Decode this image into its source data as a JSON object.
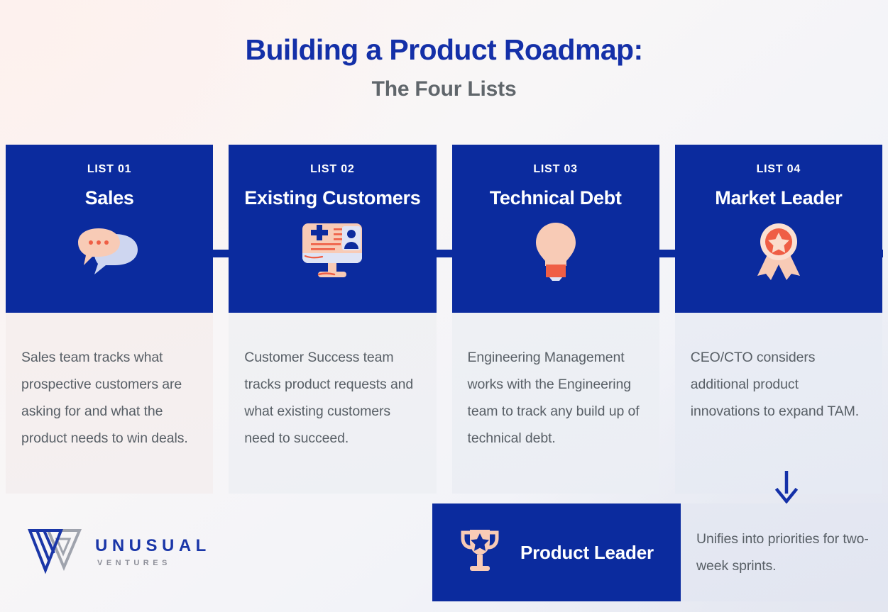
{
  "header": {
    "title_main": "Building a Product Roadmap:",
    "title_sub": "The Four Lists",
    "title_color": "#1430a8",
    "subtitle_color": "#60666b"
  },
  "theme": {
    "brand_blue": "#0b2b9e",
    "accent_peach": "#f8cbb6",
    "accent_coral": "#ef5e45",
    "lavender": "#ced6f0",
    "body_text": "#585f66"
  },
  "cards": [
    {
      "index_label": "LIST 01",
      "title": "Sales",
      "icon": "chat-bubbles-icon",
      "description": "Sales team tracks what prospective customers are asking for and what the product needs to win deals."
    },
    {
      "index_label": "LIST 02",
      "title": "Existing Customers",
      "icon": "customer-record-monitor-icon",
      "description": "Customer Success team tracks product requests and what existing customers need to succeed."
    },
    {
      "index_label": "LIST 03",
      "title": "Technical Debt",
      "icon": "lightbulb-icon",
      "description": "Engineering Management works with the Engineering team to track any build up of technical debt."
    },
    {
      "index_label": "LIST 04",
      "title": "Market Leader",
      "icon": "award-rosette-icon",
      "description": "CEO/CTO considers additional product innovations to expand TAM."
    }
  ],
  "flow": {
    "arrow_icon": "arrow-down-icon",
    "arrow_color": "#1430a8"
  },
  "footer": {
    "logo": {
      "mark": "unusual-ventures-logo-mark",
      "word": "UNUSUAL",
      "sub": "VENTURES"
    },
    "leader": {
      "icon": "trophy-icon",
      "label": "Product Leader"
    },
    "unify_text": "Unifies into priorities for two-week sprints."
  }
}
